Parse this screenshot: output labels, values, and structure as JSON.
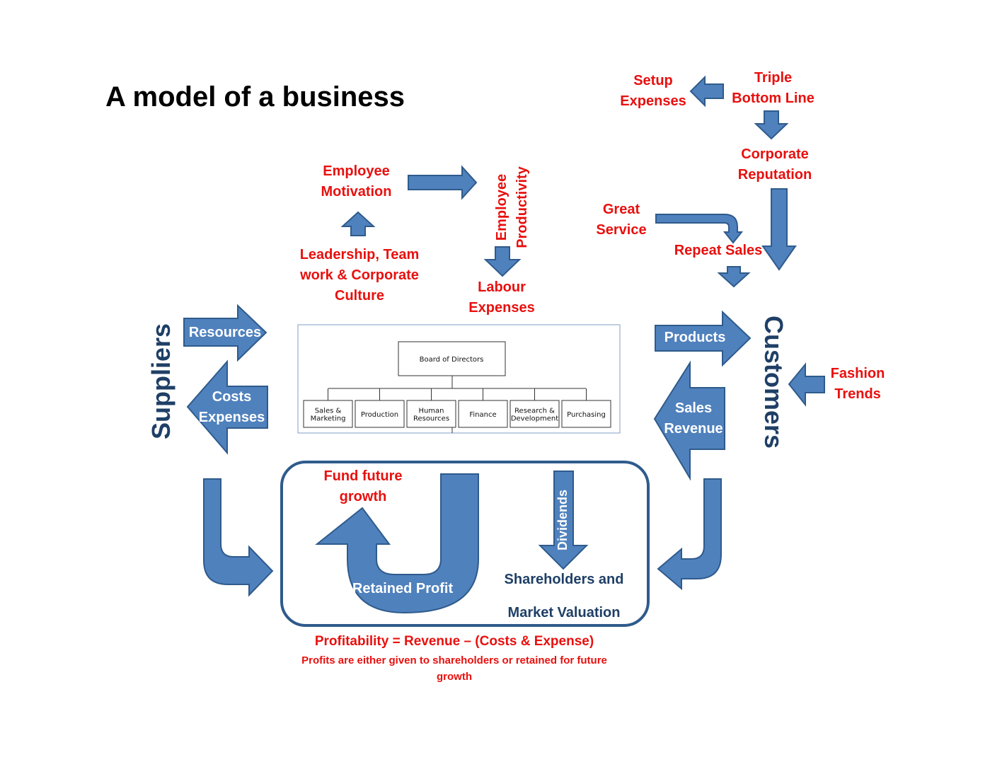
{
  "title": "A model of a business",
  "nodes": {
    "setup_expenses": [
      "Setup",
      "Expenses"
    ],
    "triple_bottom_line": [
      "Triple",
      "Bottom Line"
    ],
    "corporate_reputation": [
      "Corporate",
      "Reputation"
    ],
    "great_service": [
      "Great",
      "Service"
    ],
    "repeat_sales": "Repeat Sales",
    "employee_motivation": [
      "Employee",
      "Motivation"
    ],
    "employee_productivity": [
      "Employee",
      "Productivity"
    ],
    "leadership": [
      "Leadership, Team",
      "work & Corporate",
      "Culture"
    ],
    "labour_expenses": [
      "Labour",
      "Expenses"
    ],
    "fashion_trends": [
      "Fashion",
      "Trends"
    ],
    "fund_future_growth": [
      "Fund future",
      "growth"
    ]
  },
  "entities": {
    "suppliers": "Suppliers",
    "customers": "Customers"
  },
  "arrow_labels": {
    "resources": "Resources",
    "costs_expenses": [
      "Costs",
      "Expenses"
    ],
    "products": "Products",
    "sales_revenue": [
      "Sales",
      "Revenue"
    ],
    "dividends": "Dividends",
    "retained_profit": "Retained Profit"
  },
  "shareholders": [
    "Shareholders and",
    "Market Valuation"
  ],
  "org_chart": {
    "root": "Board of Directors",
    "departments": [
      [
        "Sales &",
        "Marketing"
      ],
      [
        "Production"
      ],
      [
        "Human",
        "Resources"
      ],
      [
        "Finance"
      ],
      [
        "Research &",
        "Development"
      ],
      [
        "Purchasing"
      ]
    ]
  },
  "footer": {
    "formula": "Profitability = Revenue – (Costs & Expense)",
    "note": [
      "Profits are either given to shareholders or retained for future",
      "growth"
    ]
  },
  "colors": {
    "arrow": "#4f81bd",
    "arrow_border": "#2f5b8c",
    "label_red": "#e8100e",
    "navy": "#1f3f66"
  }
}
